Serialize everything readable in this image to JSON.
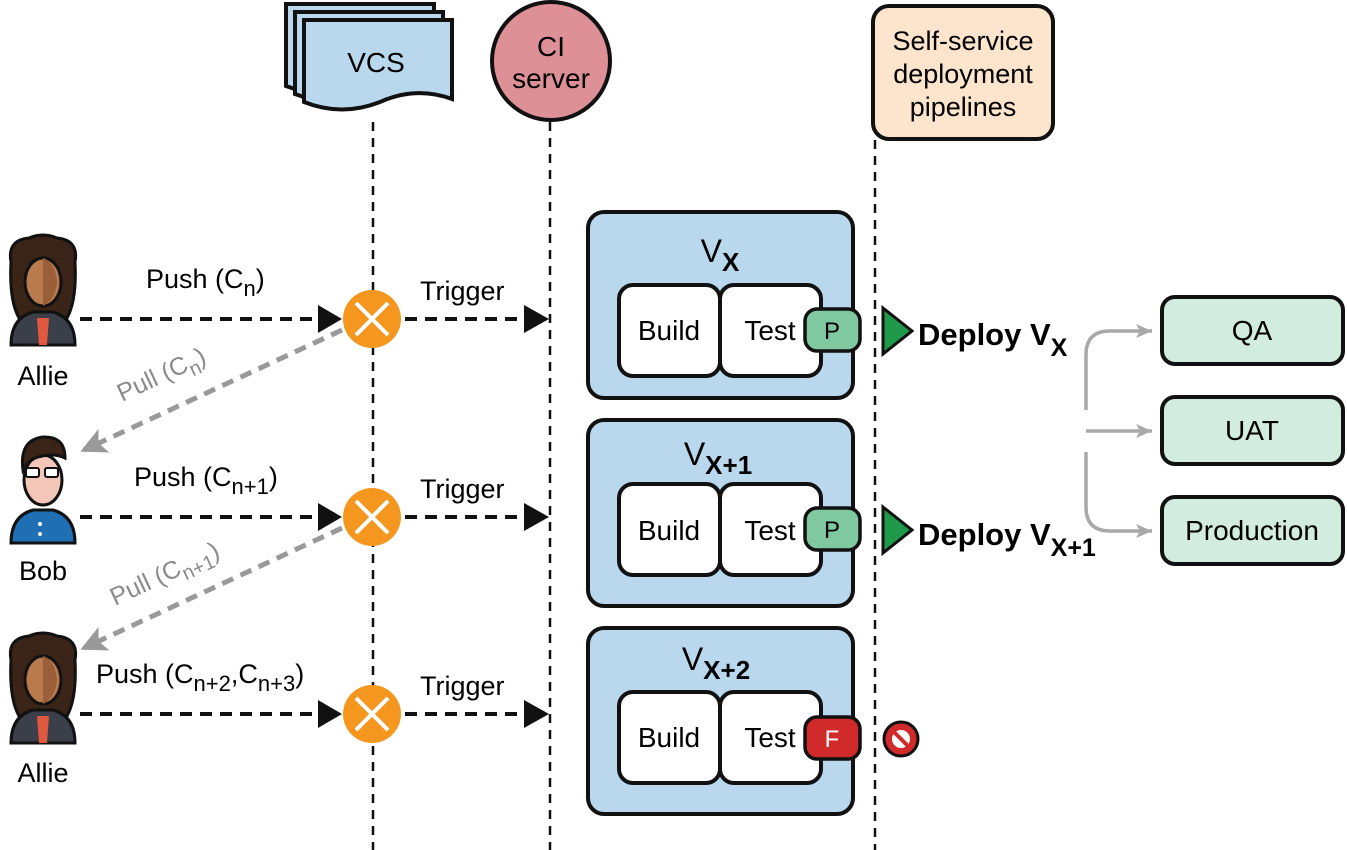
{
  "lanes": {
    "vcs": "VCS",
    "ci_line1": "CI",
    "ci_line2": "server",
    "pipelines_line1": "Self-service",
    "pipelines_line2": "deployment",
    "pipelines_line3": "pipelines"
  },
  "actors": [
    "Allie",
    "Bob",
    "Allie"
  ],
  "pushes": [
    {
      "prefix": "Push (C",
      "sub": "n",
      "suffix": ")"
    },
    {
      "prefix": "Push (C",
      "sub": "n+1",
      "suffix": ")"
    },
    {
      "prefix": "Push (C",
      "sub": "n+2",
      "mid": ",C",
      "sub2": "n+3",
      "suffix": ")"
    }
  ],
  "pulls": [
    {
      "prefix": "Pull (C",
      "sub": "n",
      "suffix": ")"
    },
    {
      "prefix": "Pull (C",
      "sub": "n+1",
      "suffix": ")"
    }
  ],
  "trigger_label": "Trigger",
  "builds": [
    {
      "version": "V",
      "sub": "X",
      "build": "Build",
      "test": "Test",
      "result": "P"
    },
    {
      "version": "V",
      "sub": "X+1",
      "build": "Build",
      "test": "Test",
      "result": "P"
    },
    {
      "version": "V",
      "sub": "X+2",
      "build": "Build",
      "test": "Test",
      "result": "F"
    }
  ],
  "deploys": [
    {
      "prefix": "Deploy V",
      "sub": "X"
    },
    {
      "prefix": "Deploy V",
      "sub": "X+1"
    }
  ],
  "environments": [
    "QA",
    "UAT",
    "Production"
  ],
  "colors": {
    "vcs_fill": "#b9d8ee",
    "ci_fill": "#de9097",
    "pipeline_fill": "#fde4cc",
    "build_box": "#b9d8ee",
    "pass": "#7fc8a0",
    "fail": "#d02a2a",
    "merge": "#f5961f",
    "env_fill": "#d2ecdf",
    "deploy_arrow": "#1f9a4a",
    "pull_arrow": "#999999"
  }
}
